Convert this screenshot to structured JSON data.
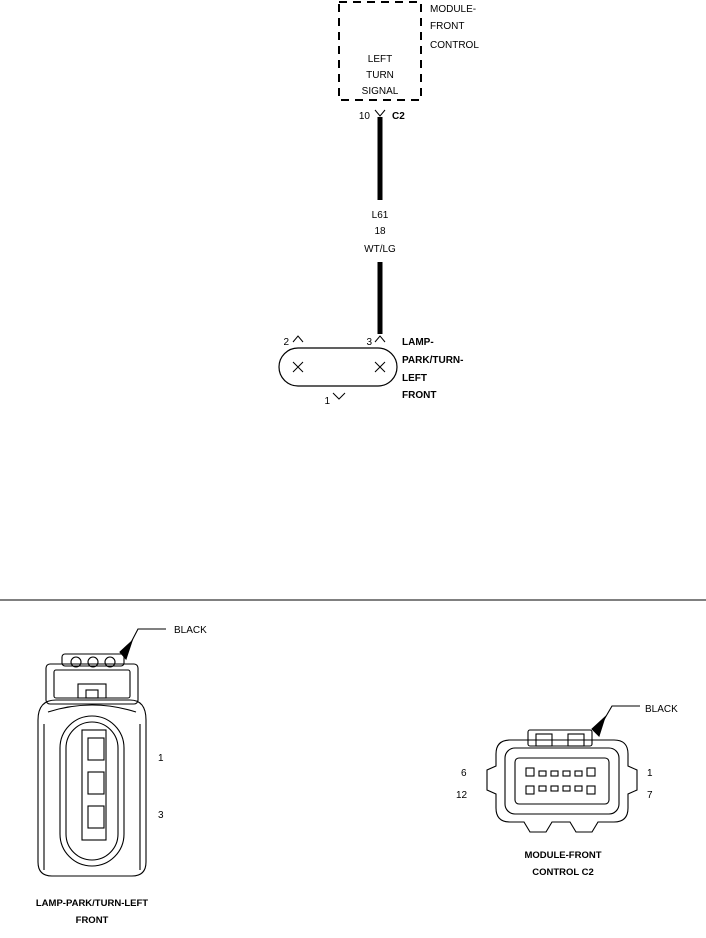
{
  "module": {
    "name_lines": [
      "MODULE-",
      "FRONT",
      "CONTROL"
    ],
    "function_lines": [
      "LEFT",
      "TURN",
      "SIGNAL"
    ],
    "pin": "10",
    "connector": "C2"
  },
  "wire": {
    "circuit": "L61",
    "gauge": "18",
    "color": "WT/LG"
  },
  "lamp": {
    "name_lines": [
      "LAMP-",
      "PARK/TURN-",
      "LEFT",
      "FRONT"
    ],
    "pins": [
      "2",
      "3",
      "1"
    ]
  },
  "connector_views": {
    "lamp": {
      "color_label": "BLACK",
      "pin_labels": [
        "1",
        "3"
      ],
      "caption_lines": [
        "LAMP-PARK/TURN-LEFT",
        "FRONT"
      ]
    },
    "module": {
      "color_label": "BLACK",
      "pin_labels": [
        "6",
        "12",
        "1",
        "7"
      ],
      "caption_lines": [
        "MODULE-FRONT",
        "CONTROL C2"
      ]
    }
  }
}
